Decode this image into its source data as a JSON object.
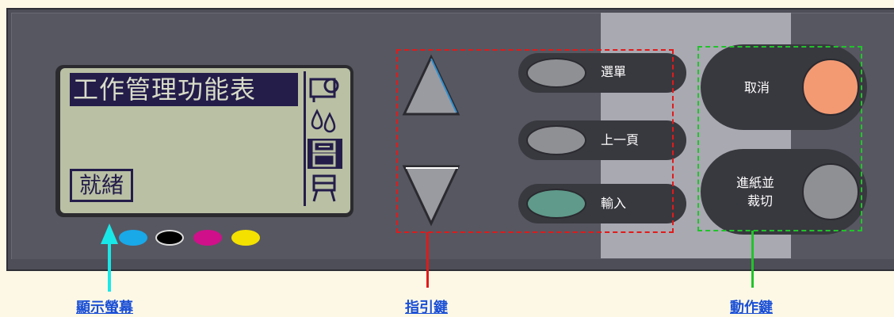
{
  "display": {
    "title": "工作管理功能表",
    "status": "就緒",
    "side_icons": [
      "roll-paper-icon",
      "ink-drops-icon",
      "print-queue-icon",
      "cutter-icon"
    ],
    "ink_colors": [
      "#19a8e8",
      "#000000",
      "#d0108a",
      "#f4e100"
    ]
  },
  "nav_keys": {
    "menu_label": "選單",
    "back_label": "上一頁",
    "enter_label": "輸入"
  },
  "action_keys": {
    "cancel_label": "取消",
    "feed_label_line1": "進紙並",
    "feed_label_line2": "裁切"
  },
  "callouts": {
    "display": "顯示螢幕",
    "nav": "指引鍵",
    "action": "動作鍵"
  },
  "colors": {
    "panel": "#575761",
    "nav_box": "#e11a1a",
    "action_box": "#22c32b",
    "display_pointer": "#19e8e8",
    "link": "#1a4fd6",
    "cancel_button": "#f39a73"
  }
}
